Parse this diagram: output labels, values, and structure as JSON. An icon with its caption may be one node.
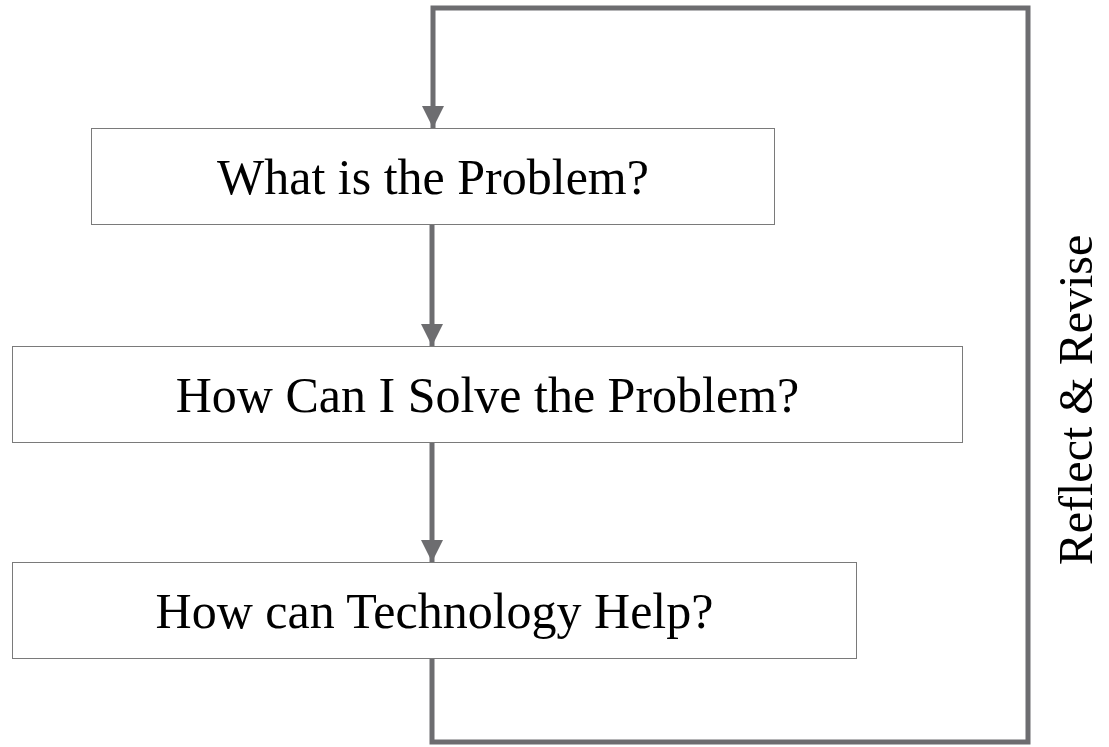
{
  "diagram": {
    "nodes": [
      {
        "text": [
          "What is the Problem?"
        ]
      },
      {
        "text": [
          "How Can I Solve the Problem?"
        ]
      },
      {
        "text": [
          "How can Technology Help?"
        ]
      }
    ],
    "edges": [
      {
        "from": 0,
        "to": 1,
        "arrow": "to"
      },
      {
        "from": 1,
        "to": 2,
        "arrow": "to"
      },
      {
        "from": 2,
        "to": 0,
        "arrow": "to",
        "label": "Reflect & Revise"
      }
    ]
  }
}
